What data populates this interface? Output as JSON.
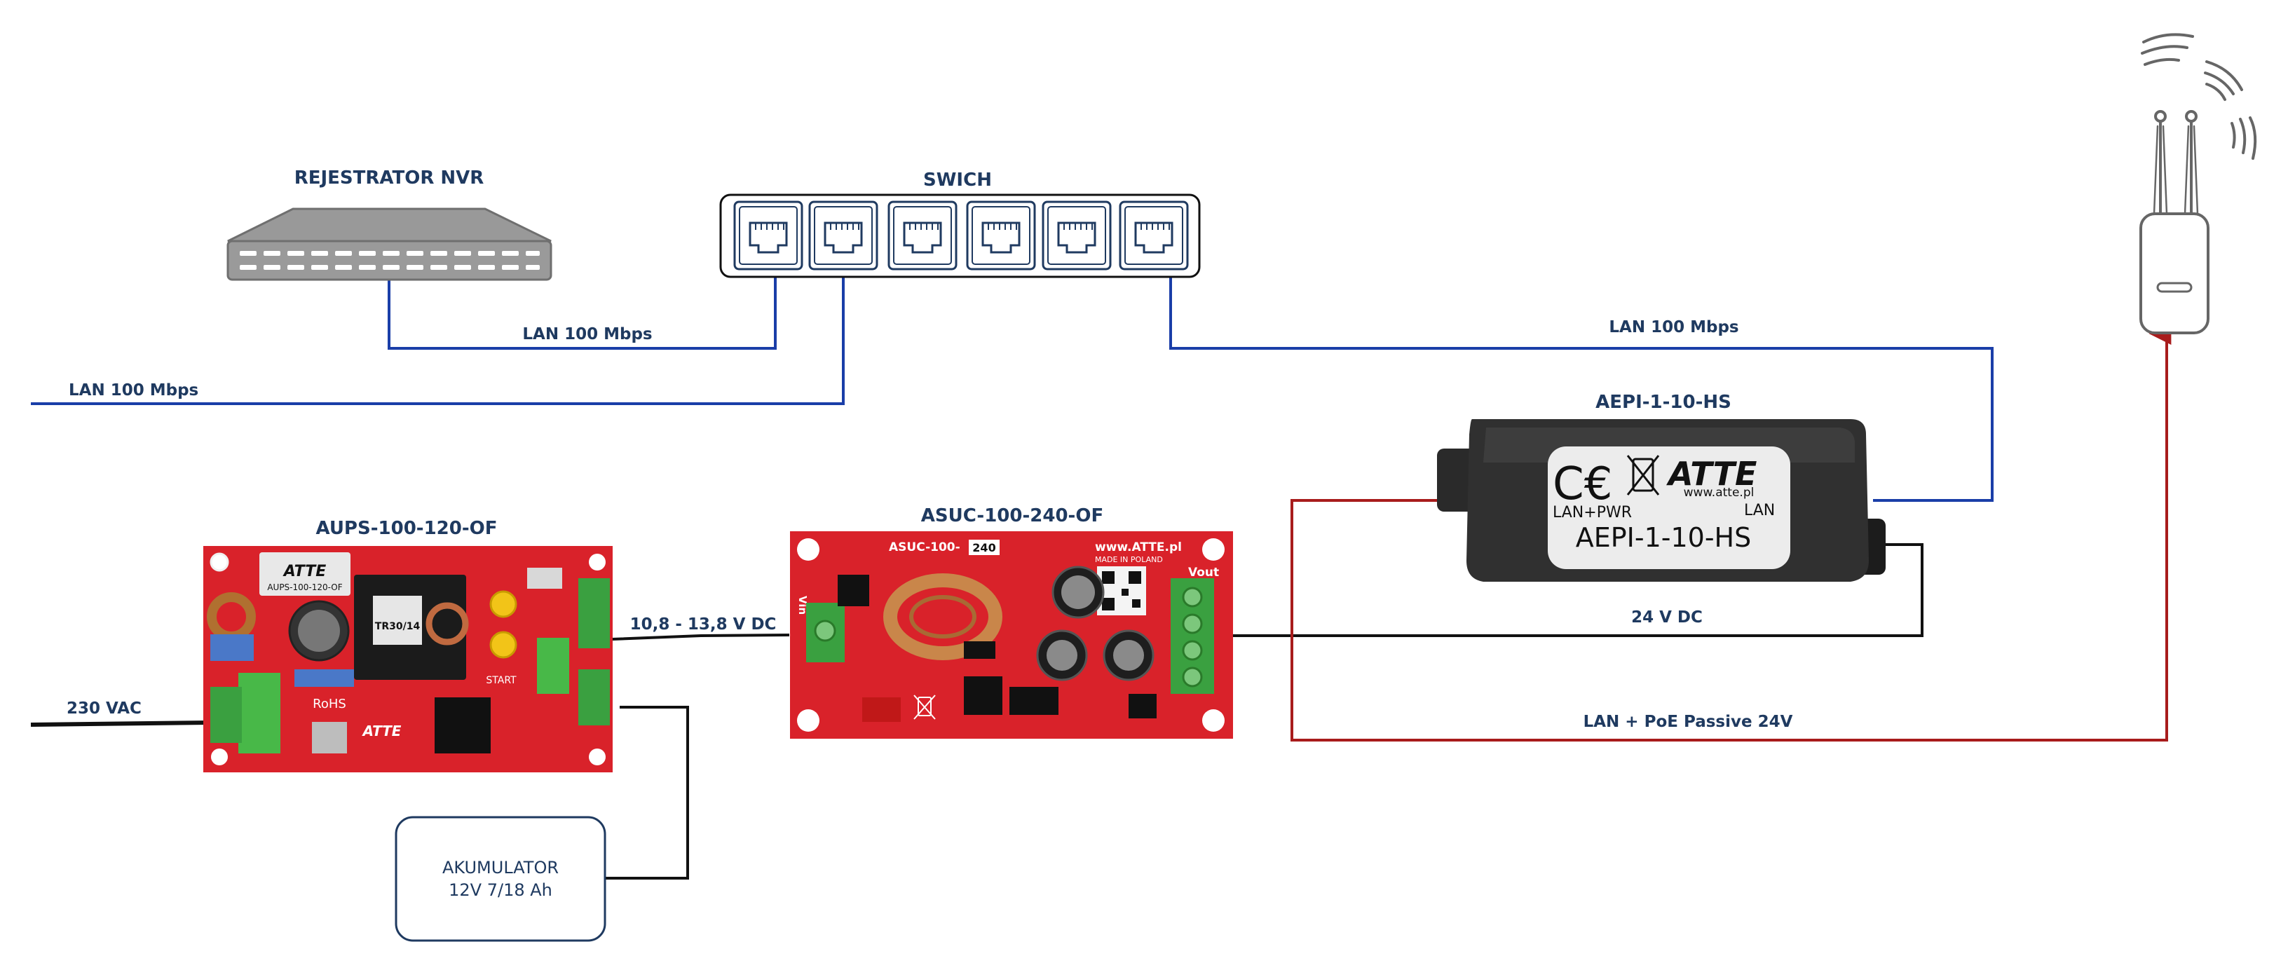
{
  "devices": {
    "nvr": {
      "title": "REJESTRATOR NVR"
    },
    "switch": {
      "title": "SWICH"
    },
    "aepi": {
      "title": "AEPI-1-10-HS",
      "label_model": "AEPI-1-10-HS",
      "label_brand": "ATTE",
      "label_url": "www.atte.pl",
      "port_left": "LAN+PWR",
      "port_right": "LAN"
    },
    "aups": {
      "title": "AUPS-100-120-OF",
      "pcb_model": "AUPS-100-120-OF",
      "pcb_brand": "ATTE",
      "pcb_rohs": "RoHS",
      "pcb_transformer": "TR30/14",
      "pcb_start": "START"
    },
    "asuc": {
      "title": "ASUC-100-240-OF",
      "pcb_model": "ASUC-100-",
      "pcb_model_suffix": "240",
      "pcb_url": "www.ATTE.pl",
      "pcb_made": "MADE IN POLAND",
      "pcb_vin": "Vin",
      "pcb_vout": "Vout"
    },
    "battery": {
      "line1": "AKUMULATOR",
      "line2": "12V 7/18 Ah"
    }
  },
  "links": {
    "nvr_switch": "LAN 100 Mbps",
    "uplink": "LAN 100 Mbps",
    "switch_aepi": "LAN 100 Mbps",
    "mains": "230 VAC",
    "ups_conv": "10,8 - 13,8 V DC",
    "conv_aepi": "24 V DC",
    "poe": "LAN + PoE Passive 24V"
  },
  "colors": {
    "lan": "#1a3ea8",
    "power": "#111111",
    "poe": "#a81c1c",
    "label": "#1f3a60",
    "pcb_red": "#d9222a"
  }
}
